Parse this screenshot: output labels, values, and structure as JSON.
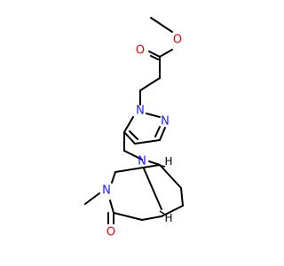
{
  "molecule": {
    "atoms": {
      "o_ester_single": {
        "label": "O",
        "color": "#ee0000"
      },
      "o_ester_double": {
        "label": "O",
        "color": "#ee0000"
      },
      "n_pyrazole_1": {
        "label": "N",
        "color": "#1a1aff"
      },
      "n_pyrazole_2": {
        "label": "N",
        "color": "#1a1aff"
      },
      "n_bridge": {
        "label": "N",
        "color": "#1a1aff"
      },
      "n_amide": {
        "label": "N",
        "color": "#1a1aff"
      },
      "o_amide": {
        "label": "O",
        "color": "#ee0000"
      },
      "h_top": {
        "label": "H"
      },
      "h_bottom": {
        "label": "H"
      }
    }
  }
}
